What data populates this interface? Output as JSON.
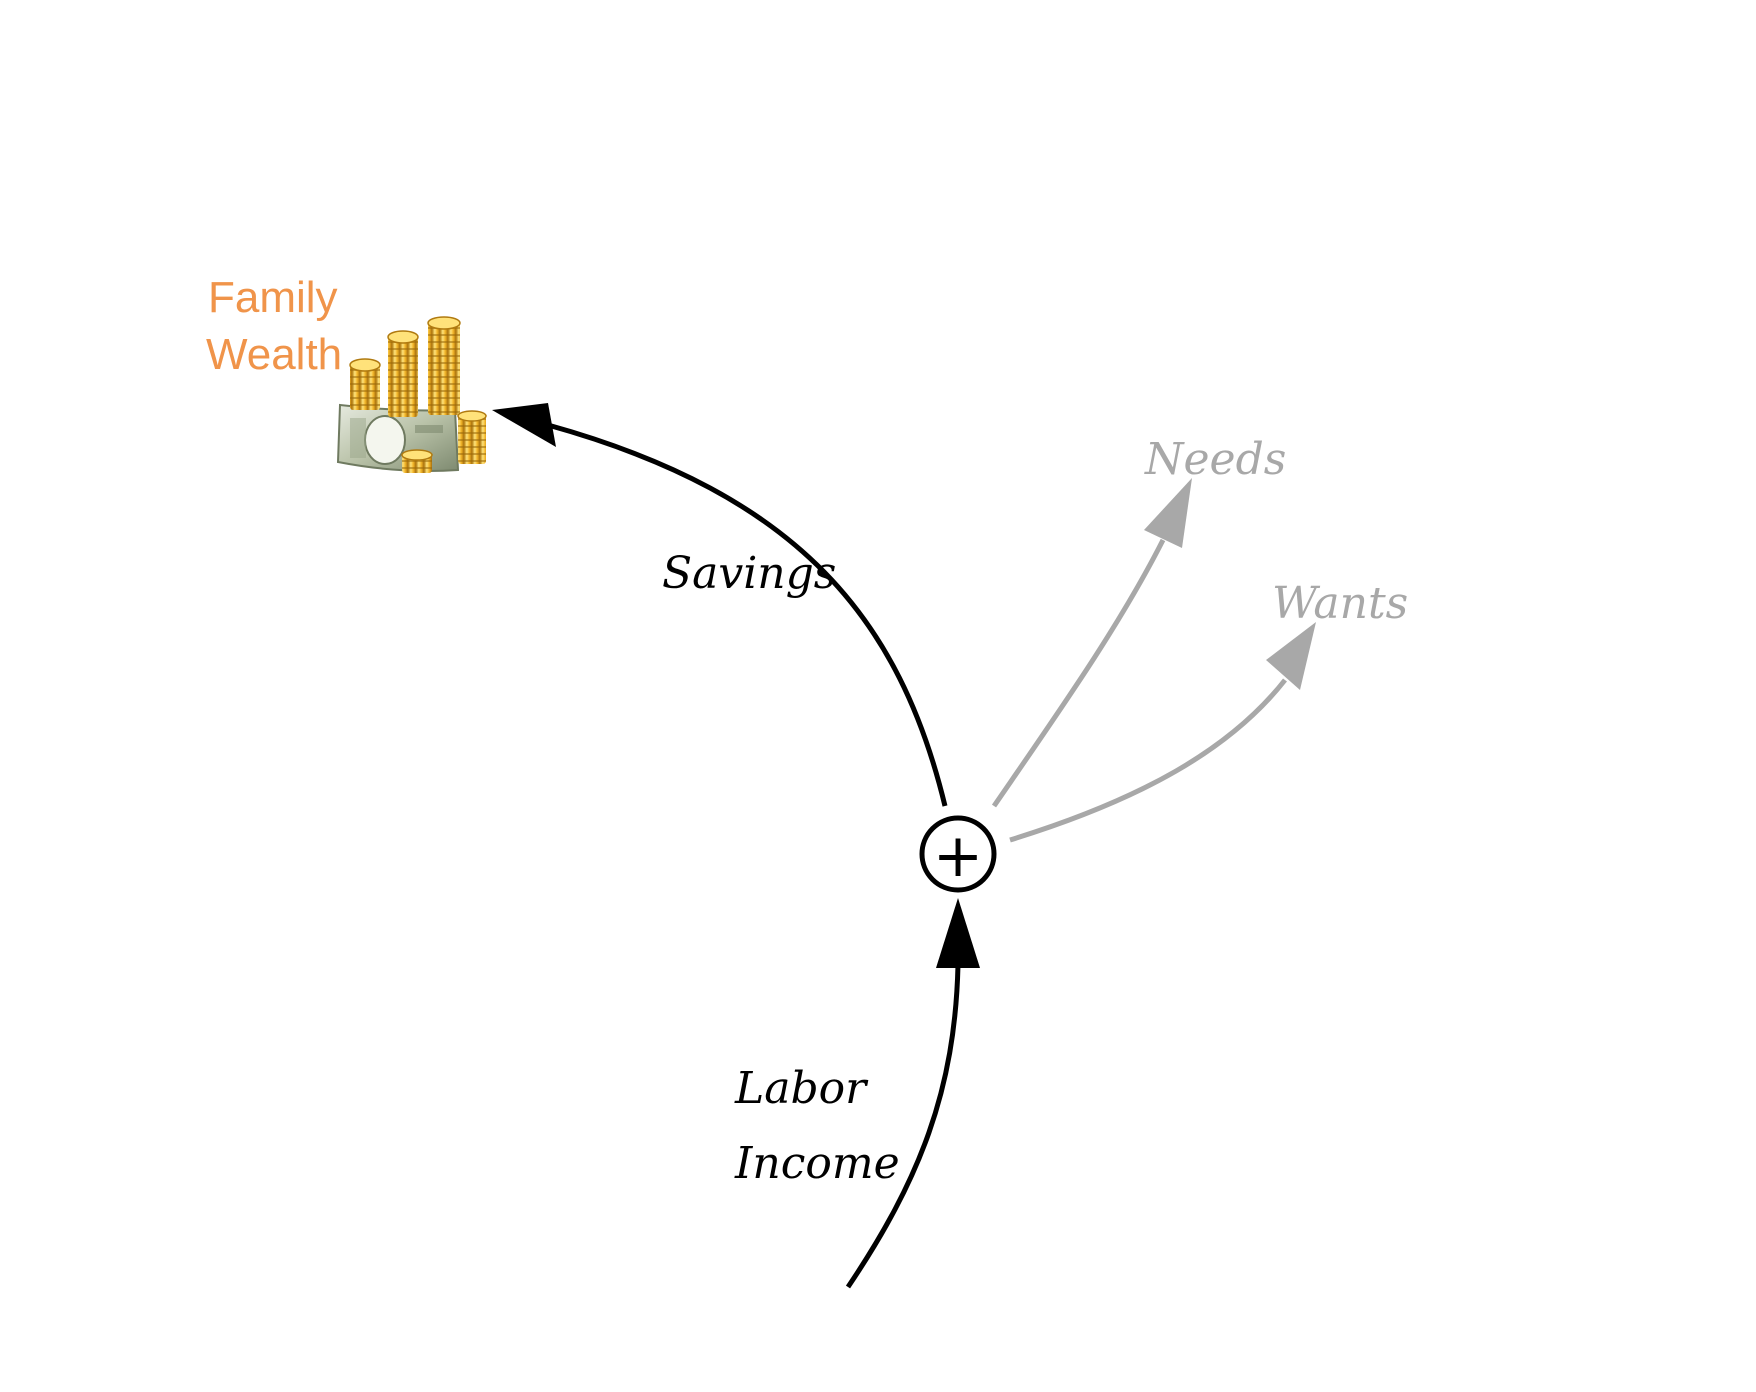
{
  "diagram": {
    "stock": {
      "label_line1": "Family",
      "label_line2": "Wealth",
      "icon": "money-coins-icon",
      "color": "#F0944A"
    },
    "node": {
      "symbol": "+",
      "icon": "plus-circle-icon"
    },
    "flows": {
      "savings": {
        "label": "Savings",
        "color": "#000000"
      },
      "labor_income": {
        "label_line1": "Labor",
        "label_line2": "Income",
        "color": "#000000"
      },
      "needs": {
        "label": "Needs",
        "color": "#A8A8A8"
      },
      "wants": {
        "label": "Wants",
        "color": "#A8A8A8"
      }
    }
  }
}
